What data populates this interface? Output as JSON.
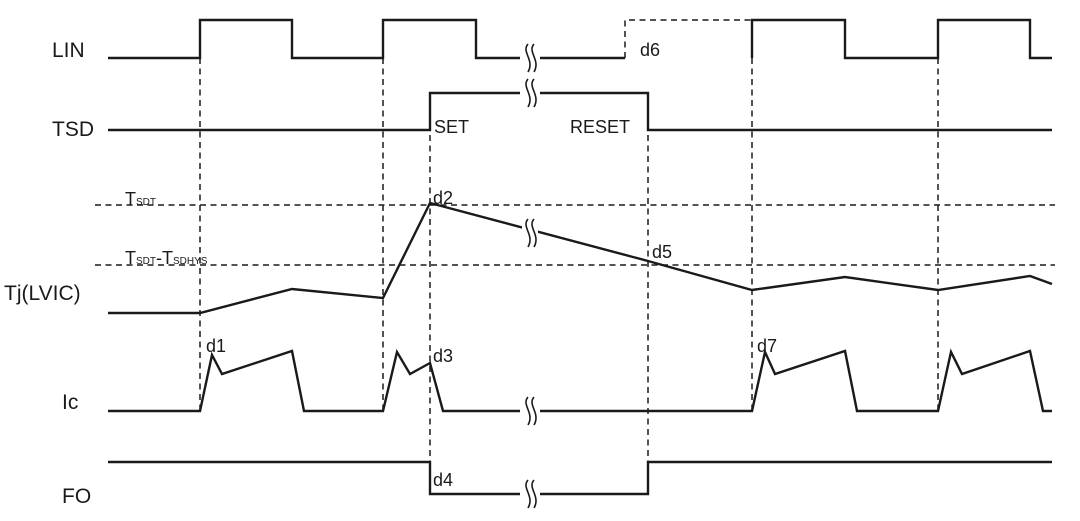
{
  "signals": {
    "lin": "LIN",
    "tsd": "TSD",
    "tj": "Tj(LVIC)",
    "ic": "Ic",
    "fo": "FO"
  },
  "levels": {
    "tsdt": {
      "main": "T",
      "sub": "SDT"
    },
    "tsdt_hys": {
      "main1": "T",
      "sub1": "SDT",
      "sep": "-T",
      "sub2": "SDHYS"
    }
  },
  "annotations": {
    "set": "SET",
    "reset": "RESET",
    "d1": "d1",
    "d2": "d2",
    "d3": "d3",
    "d4": "d4",
    "d5": "d5",
    "d6": "d6",
    "d7": "d7"
  }
}
